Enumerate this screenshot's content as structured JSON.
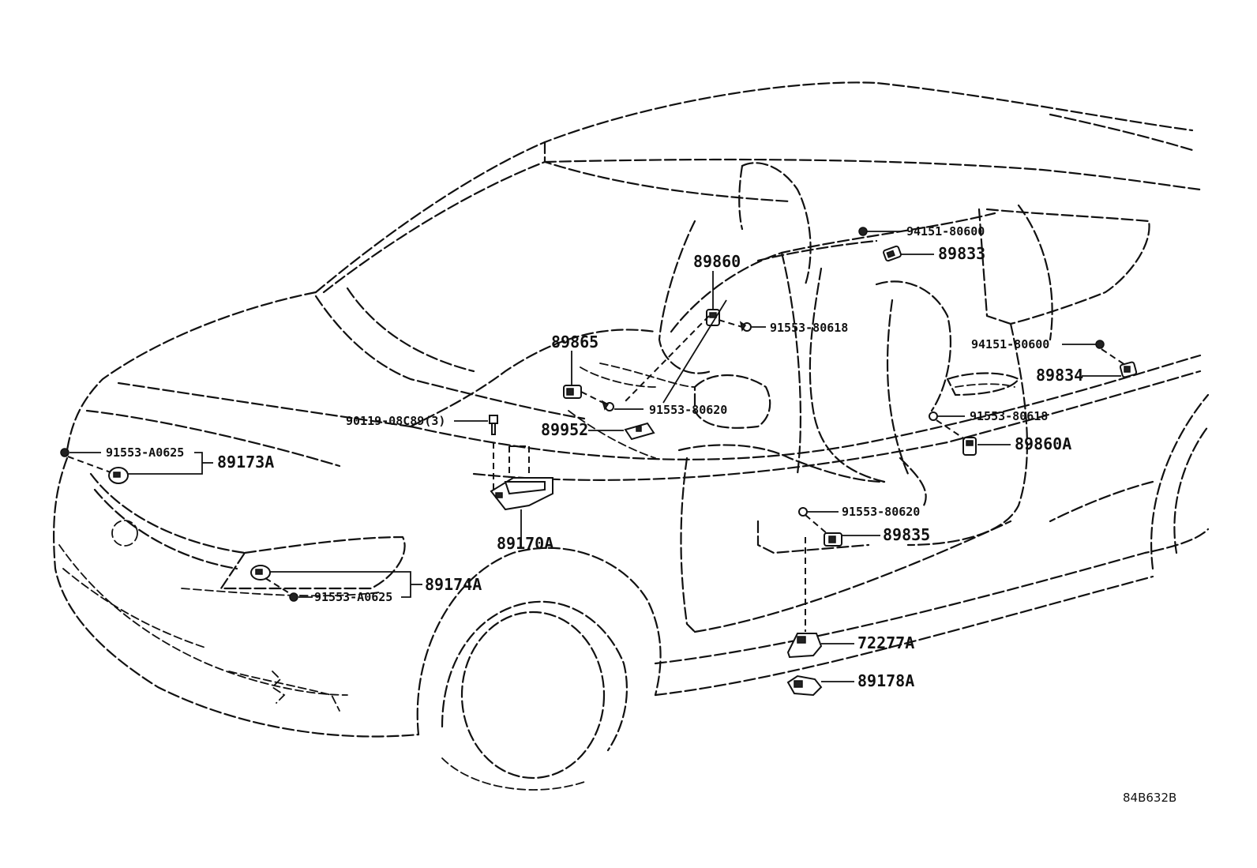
{
  "diagram_code": "84B632B",
  "parts": {
    "p89860": "89860",
    "p94151_top": "94151-80600",
    "p89833": "89833",
    "p91553_80618_top": "91553-80618",
    "p89865": "89865",
    "p94151_right": "94151-80600",
    "p89834": "89834",
    "p91553_80620_mid": "91553-80620",
    "p90119": "90119-08C89(3)",
    "p89952": "89952",
    "p91553_80618_right": "91553-80618",
    "p89860A": "89860A",
    "p91553_A0625_left": "91553-A0625",
    "p89173A": "89173A",
    "p91553_80620_low": "91553-80620",
    "p89835": "89835",
    "p89170A": "89170A",
    "p89174A": "89174A",
    "p91553_A0625_low": "91553-A0625",
    "p72277A": "72277A",
    "p89178A": "89178A"
  }
}
